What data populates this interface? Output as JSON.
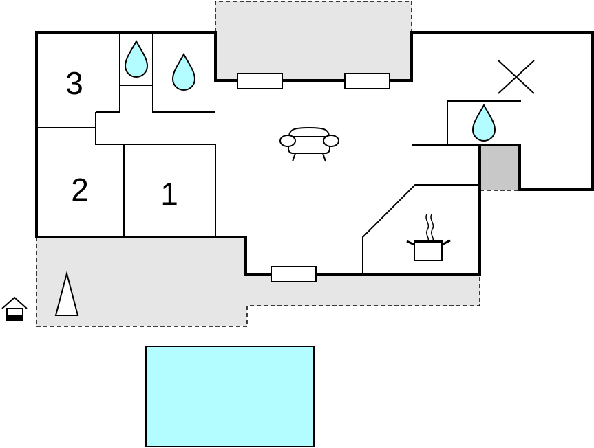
{
  "rooms": {
    "bedroom_1": "1",
    "bedroom_2": "2",
    "bedroom_3": "3"
  },
  "icons": {
    "water": "water-drop-icon",
    "sofa": "sofa-icon",
    "kitchen": "cooking-pot-icon",
    "fireplace": "cross-icon",
    "tree": "tree-icon",
    "well": "well-icon"
  },
  "colors": {
    "terrace": "#e6e6e6",
    "pool": "#b3fcff",
    "water_drop": "#b3fcff",
    "chimney_block": "#c8c8c8"
  }
}
